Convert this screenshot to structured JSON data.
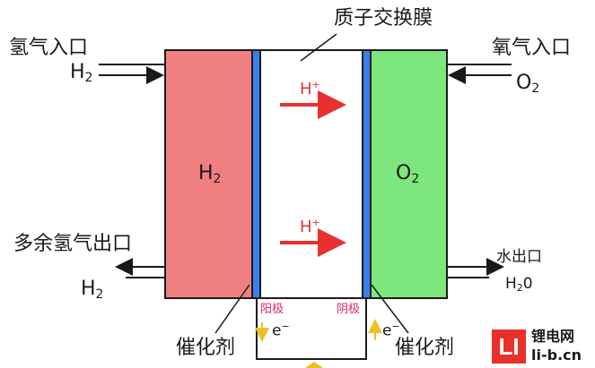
{
  "membrane_title": "质子交换膜",
  "left_inlet": {
    "label": "氢气入口",
    "formula": "H",
    "sub": "2"
  },
  "right_inlet": {
    "label": "氧气入口",
    "formula": "O",
    "sub": "2"
  },
  "left_outlet": {
    "label": "多余氢气出口",
    "formula": "H",
    "sub": "2"
  },
  "right_outlet": {
    "label": "水出口",
    "formula": "H",
    "sub": "2",
    "tail": "0"
  },
  "left_chamber": {
    "formula": "H",
    "sub": "2",
    "color": "#f08080"
  },
  "right_chamber": {
    "formula": "O",
    "sub": "2",
    "color": "#7de67c"
  },
  "proton": {
    "symbol": "H",
    "charge": "+"
  },
  "electrode": {
    "anode": "阳极",
    "cathode": "阴极"
  },
  "electron": {
    "symbol": "e",
    "charge": "−"
  },
  "catalyst": {
    "left": "催化剂",
    "right": "催化剂"
  },
  "logo": {
    "mark": "LI",
    "line1": "锂电网",
    "line2": "li-b.cn"
  },
  "colors": {
    "catalyst": "#3a7ff0",
    "proton_arrow": "#e83030",
    "electron_arrow": "#f0c020"
  }
}
